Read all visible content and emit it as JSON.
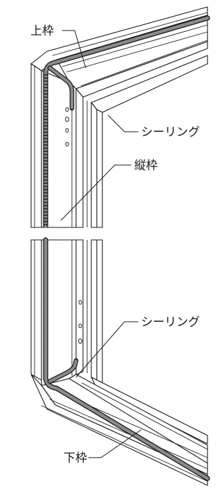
{
  "labels": {
    "top_frame": "上枠",
    "sealing_upper": "シーリング",
    "vertical_frame": "縦枠",
    "sealing_lower": "シーリング",
    "bottom_frame": "下枠"
  },
  "colors": {
    "line": "#1a1a1a",
    "sealant_fill": "#7a7a7a",
    "face_light": "#ffffff",
    "face_shade": "#f2f2f2",
    "background": "#ffffff"
  }
}
